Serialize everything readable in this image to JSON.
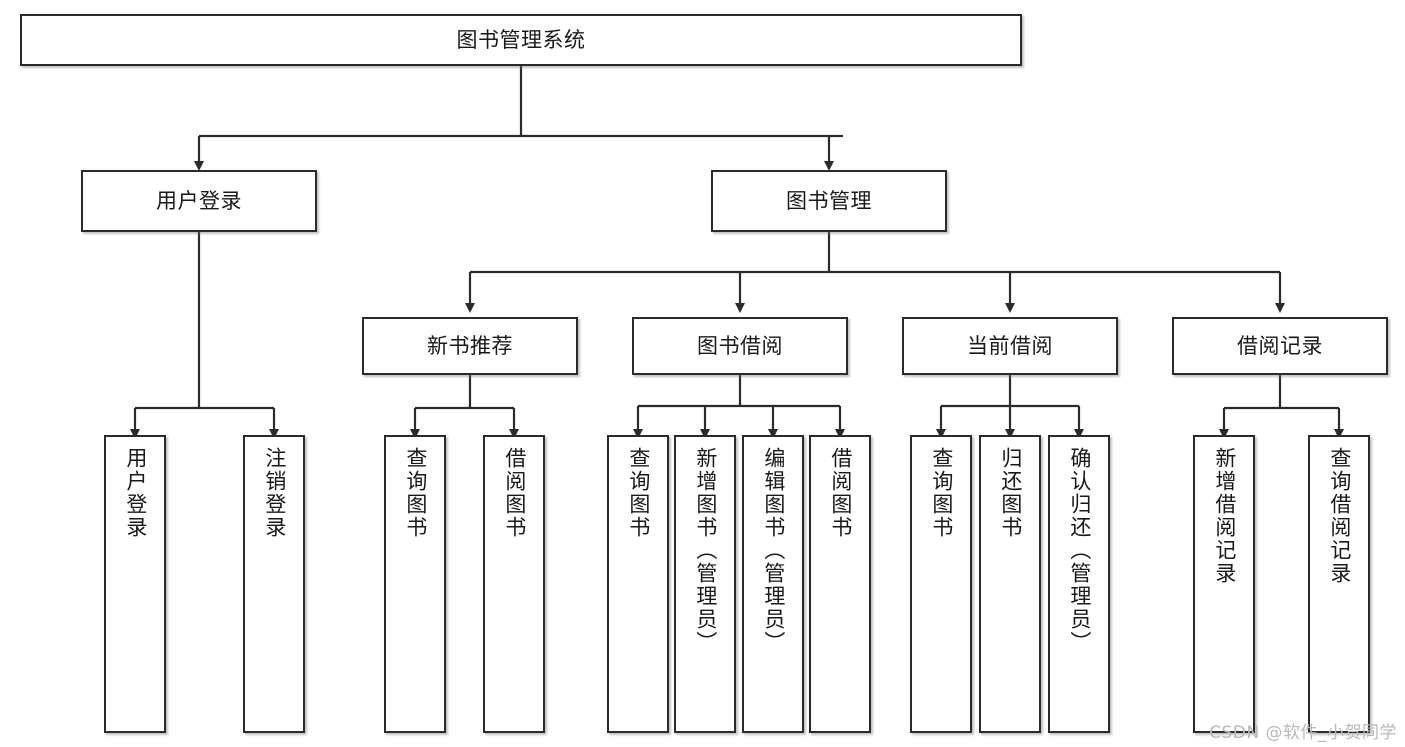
{
  "diagram": {
    "type": "tree-hierarchy",
    "title": "图书管理系统",
    "watermark": "CSDN @软件_小贺同学",
    "colors": {
      "node_border": "#2b2b2b",
      "node_fill": "#ffffff",
      "edge": "#2b2b2b",
      "text": "#1a1a1a",
      "watermark": "#b9b9b9",
      "background": "#ffffff"
    }
  },
  "nodes": {
    "root": {
      "label": "图书管理系统"
    },
    "level1": [
      {
        "id": "user-login",
        "label": "用户登录"
      },
      {
        "id": "book-management",
        "label": "图书管理"
      }
    ],
    "level2": [
      {
        "id": "new-book-recommend",
        "label": "新书推荐"
      },
      {
        "id": "book-borrow",
        "label": "图书借阅"
      },
      {
        "id": "current-borrow",
        "label": "当前借阅"
      },
      {
        "id": "borrow-record",
        "label": "借阅记录"
      }
    ],
    "leaves": {
      "user_login": [
        {
          "id": "leaf-user-login",
          "label": "用户登录"
        },
        {
          "id": "leaf-logout-login",
          "label": "注销登录"
        }
      ],
      "new_book_recommend": [
        {
          "id": "leaf-query-book-1",
          "label": "查询图书"
        },
        {
          "id": "leaf-borrow-book-1",
          "label": "借阅图书"
        }
      ],
      "book_borrow": [
        {
          "id": "leaf-query-book-2",
          "label": "查询图书"
        },
        {
          "id": "leaf-add-book",
          "label": "新增图书（管理员）"
        },
        {
          "id": "leaf-edit-book",
          "label": "编辑图书（管理员）"
        },
        {
          "id": "leaf-borrow-book-2",
          "label": "借阅图书"
        }
      ],
      "current_borrow": [
        {
          "id": "leaf-query-book-3",
          "label": "查询图书"
        },
        {
          "id": "leaf-return-book",
          "label": "归还图书"
        },
        {
          "id": "leaf-confirm-return",
          "label": "确认归还（管理员）"
        }
      ],
      "borrow_record": [
        {
          "id": "leaf-add-record",
          "label": "新增借阅记录"
        },
        {
          "id": "leaf-query-record",
          "label": "查询借阅记录"
        }
      ]
    }
  }
}
